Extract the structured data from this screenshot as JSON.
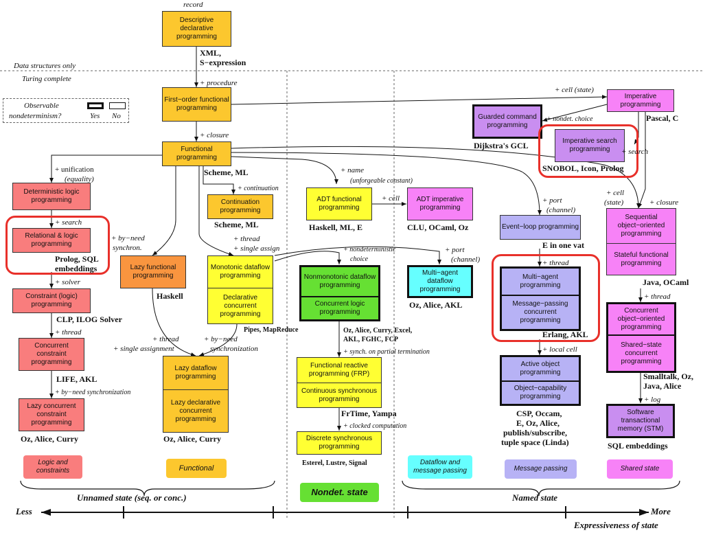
{
  "header": {
    "record": "record",
    "data_structures_only": "Data structures only",
    "turing_complete": "Turing complete"
  },
  "legend": {
    "title_line1": "Observable",
    "title_line2": "nondeterminism?",
    "yes": "Yes",
    "no": "No"
  },
  "boxes": {
    "descriptive": "Descriptive declarative programming",
    "first_order": "First−order functional programming",
    "functional": "Functional programming",
    "imperative": "Imperative programming",
    "guarded": "Guarded command programming",
    "imp_search": "Imperative search programming",
    "det_logic": "Deterministic logic programming",
    "relational": "Relational & logic programming",
    "continuation": "Continuation programming",
    "adt_func": "ADT functional programming",
    "adt_imp": "ADT imperative programming",
    "event_loop": "Event−loop programming",
    "seq_oo": "Sequential object−oriented programming",
    "stateful_func": "Stateful functional programming",
    "constraint": "Constraint (logic) programming",
    "lazy_func": "Lazy functional programming",
    "monotonic": "Monotonic dataflow programming",
    "decl_conc": "Declarative concurrent programming",
    "nonmonotonic": "Nonmonotonic dataflow programming",
    "conc_logic": "Concurrent logic programming",
    "multi_agent_df": "Multi−agent dataflow programming",
    "multi_agent": "Multi−agent programming",
    "msg_passing": "Message−passing concurrent programming",
    "conc_oo": "Concurrent object−oriented programming",
    "shared_state": "Shared−state concurrent programming",
    "conc_constraint": "Concurrent constraint programming",
    "lazy_dataflow": "Lazy dataflow programming",
    "lazy_decl": "Lazy declarative concurrent programming",
    "frp": "Functional reactive programming (FRP)",
    "cont_sync": "Continuous synchronous programming",
    "active_obj": "Active object programming",
    "obj_cap": "Object−capability programming",
    "lazy_conc_constraint": "Lazy concurrent constraint programming",
    "discrete_sync": "Discrete synchronous programming",
    "stm": "Software transactional memory (STM)"
  },
  "languages": {
    "xml": "XML,",
    "sexpr": "S−expression",
    "pascal": "Pascal, C",
    "dijkstra": "Dijkstra's GCL",
    "snobol": "SNOBOL, Icon, Prolog",
    "scheme_ml": "Scheme, ML",
    "scheme_ml2": "Scheme, ML",
    "haskell_ml_e": "Haskell, ML, E",
    "clu": "CLU, OCaml, Oz",
    "e_vat": "E in one vat",
    "prolog_sql_1": "Prolog, SQL",
    "prolog_sql_2": "embeddings",
    "haskell": "Haskell",
    "java": "Java, OCaml",
    "clp": "CLP, ILOG Solver",
    "pipes": "Pipes, MapReduce",
    "oz_alice_akl": "Oz, Alice, AKL",
    "erlang": "Erlang, AKL",
    "oz_curry_1": "Oz, Alice, Curry, Excel,",
    "oz_curry_2": "AKL, FGHC, FCP",
    "life": "LIFE, AKL",
    "smalltalk_1": "Smalltalk, Oz,",
    "smalltalk_2": "Java, Alice",
    "frtime": "FrTime, Yampa",
    "csp_1": "CSP, Occam,",
    "csp_2": "E, Oz, Alice,",
    "csp_3": "publish/subscribe,",
    "csp_4": "tuple space (Linda)",
    "oz_curry_a": "Oz, Alice, Curry",
    "oz_curry_b": "Oz, Alice, Curry",
    "sql_emb": "SQL embeddings",
    "esterel": "Esterel, Lustre, Signal"
  },
  "edge_labels": {
    "procedure": "+ procedure",
    "closure_1": "+ closure",
    "cell_state": "+ cell (state)",
    "nondet_choice": "+ nondet. choice",
    "search_1": "+ search",
    "unification": "+ unification",
    "equality": "(equality)",
    "continuation": "+ continuation",
    "name": "+ name",
    "unforgeable": "(unforgeable constant)",
    "cell": "+ cell",
    "port": "+ port",
    "channel": "(channel)",
    "cell_2": "+ cell",
    "state": "(state)",
    "closure_2": "+ closure",
    "search_2": "+ search",
    "by_need_1": "+ by−need",
    "synchron": "synchron.",
    "thread_1": "+ thread",
    "single_assign": "+ single assign",
    "nondeterministic": "+ nondeterministic",
    "choice": "choice",
    "port_2": "+ port",
    "channel_2": "(channel)",
    "thread_2": "+ thread",
    "solver": "+ solver",
    "thread_3": "+ thread",
    "thread_4": "+ thread",
    "single_assignment": "+ single assignment",
    "by_need_2": "+ by−need",
    "synchronization": "synchronization",
    "synch_partial": "+ synch. on partial termination",
    "local_cell": "+ local cell",
    "thread_5": "+ thread",
    "by_need_sync": "+ by−need synchronization",
    "clocked": "+ clocked computation",
    "log": "+ log"
  },
  "categories": {
    "logic": "Logic and constraints",
    "functional": "Functional",
    "dataflow": "Dataflow and message passing",
    "message": "Message passing",
    "shared": "Shared state"
  },
  "state_groups": {
    "unnamed": "Unnamed state (seq. or conc.)",
    "nondet": "Nondet. state",
    "named": "Named state"
  },
  "axis": {
    "less": "Less",
    "more": "More",
    "title": "Expressiveness of state"
  },
  "colors": {
    "yellow": "#ffff33",
    "gold": "#fcc72e",
    "red": "#f97d7d",
    "orange": "#f9953f",
    "green": "#66e033",
    "cyan": "#66ffff",
    "violet": "#b7b2f5",
    "pink": "#f782f7",
    "highlight_ring": "#e8302a"
  }
}
